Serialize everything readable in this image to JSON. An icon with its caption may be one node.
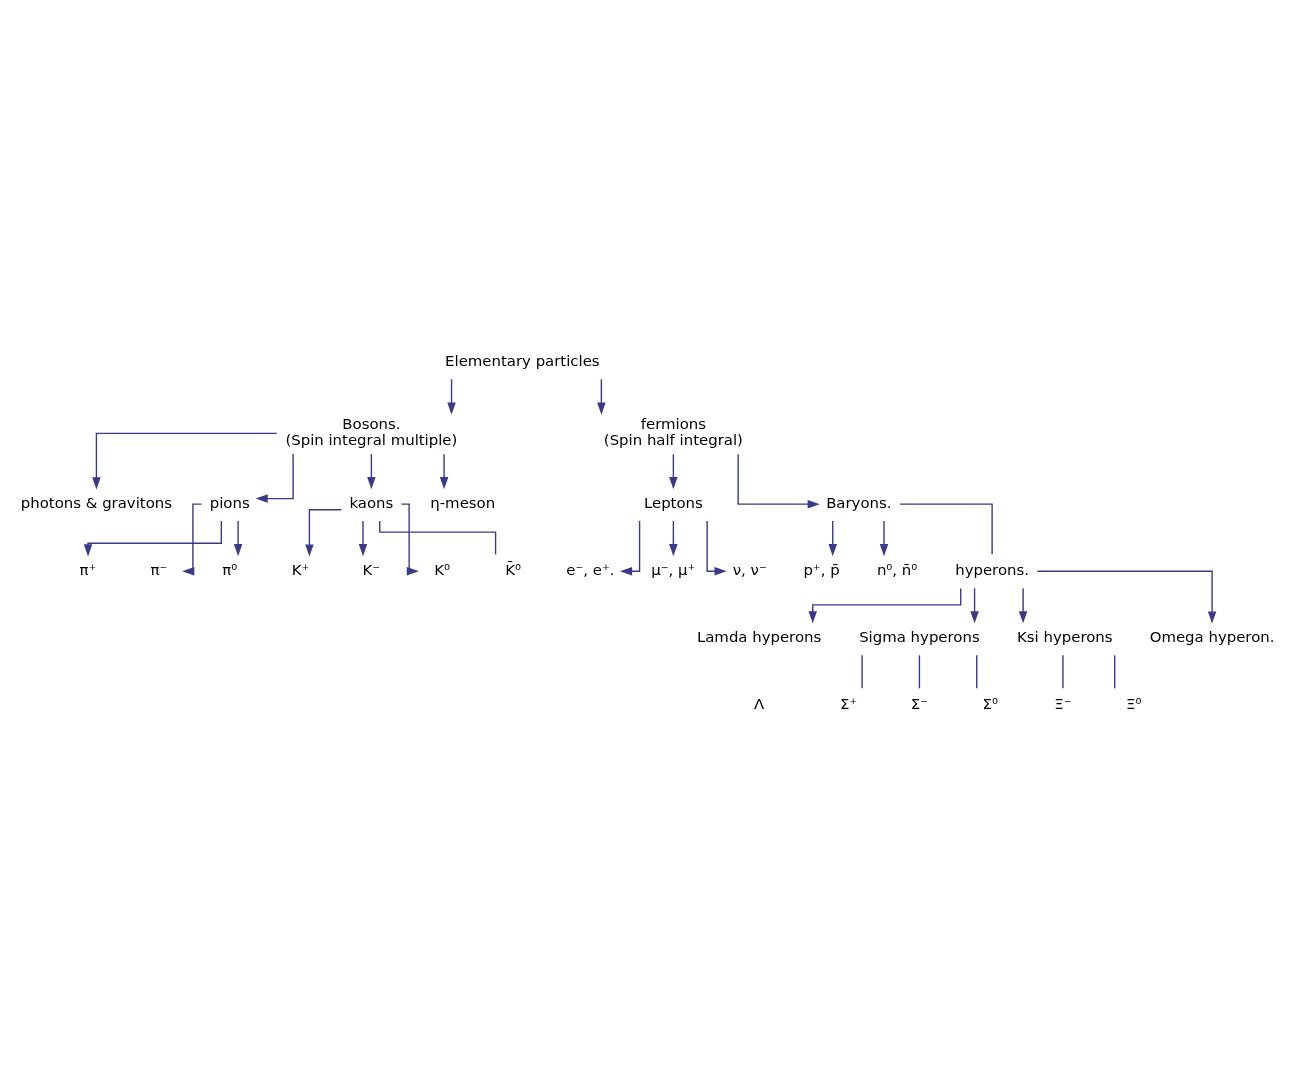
{
  "diagram": {
    "nodes": [
      {
        "text": [
          "Elementary particles"
        ]
      },
      {
        "text": [
          "Bosons.",
          "(Spin integral multiple)"
        ]
      },
      {
        "text": [
          "fermions",
          "(Spin half integral)"
        ]
      },
      {
        "text": [
          "photons & gravitons"
        ]
      },
      {
        "text": [
          "pions"
        ]
      },
      {
        "text": [
          "kaons"
        ]
      },
      {
        "text": [
          "η-meson"
        ]
      },
      {
        "text": [
          "Leptons"
        ]
      },
      {
        "text": [
          "Baryons."
        ]
      },
      {
        "text": [
          "e⁻, e⁺."
        ]
      },
      {
        "text": [
          "μ⁻, μ⁺"
        ]
      },
      {
        "text": [
          "ν, ν⁻"
        ]
      },
      {
        "text": [
          "π⁺"
        ]
      },
      {
        "text": [
          "π⁻"
        ]
      },
      {
        "text": [
          "π⁰"
        ]
      },
      {
        "text": [
          "K⁺"
        ]
      },
      {
        "text": [
          "K⁻"
        ]
      },
      {
        "text": [
          "K⁰"
        ]
      },
      {
        "text": [
          "K̄⁰"
        ]
      },
      {
        "text": [
          "p⁺, p̄"
        ]
      },
      {
        "text": [
          "n⁰, n̄⁰"
        ]
      },
      {
        "text": [
          "hyperons."
        ]
      },
      {
        "text": [
          "Lamda hyperons"
        ],
        "beside": [
          "Λ"
        ]
      },
      {
        "text": [
          "Sigma hyperons"
        ]
      },
      {
        "text": [
          "Ksi hyperons"
        ]
      },
      {
        "text": [
          "Omega hyperon."
        ]
      },
      {
        "text": [
          "Σ⁺"
        ]
      },
      {
        "text": [
          "Σ⁻"
        ]
      },
      {
        "text": [
          "Σ⁰"
        ]
      },
      {
        "text": [
          "Ξ⁻"
        ]
      },
      {
        "text": [
          "Ξ⁰"
        ]
      }
    ],
    "edges": [
      {
        "from": 0,
        "to": 1,
        "arrow": "to"
      },
      {
        "from": 0,
        "to": 2,
        "arrow": "to"
      },
      {
        "from": 1,
        "to": 3,
        "arrow": "to"
      },
      {
        "from": 1,
        "to": 4,
        "arrow": "to"
      },
      {
        "from": 1,
        "to": 5,
        "arrow": "to"
      },
      {
        "from": 1,
        "to": 6,
        "arrow": "to"
      },
      {
        "from": 2,
        "to": 7,
        "arrow": "to"
      },
      {
        "from": 2,
        "to": 8,
        "arrow": "to"
      },
      {
        "from": 7,
        "to": 9,
        "arrow": "to"
      },
      {
        "from": 7,
        "to": 10,
        "arrow": "to"
      },
      {
        "from": 7,
        "to": 11,
        "arrow": "to"
      },
      {
        "from": 4,
        "to": 12,
        "arrow": "to"
      },
      {
        "from": 4,
        "to": 13,
        "arrow": "to"
      },
      {
        "from": 4,
        "to": 14,
        "arrow": "to"
      },
      {
        "from": 5,
        "to": 15,
        "arrow": "to"
      },
      {
        "from": 5,
        "to": 16,
        "arrow": "to"
      },
      {
        "from": 5,
        "to": 17,
        "arrow": "to"
      },
      {
        "from": 5,
        "to": 18,
        "arrow": "none"
      },
      {
        "from": 8,
        "to": 19,
        "arrow": "to"
      },
      {
        "from": 8,
        "to": 20,
        "arrow": "to"
      },
      {
        "from": 8,
        "to": 21,
        "arrow": "none"
      },
      {
        "from": 21,
        "to": 22,
        "arrow": "to"
      },
      {
        "from": 21,
        "to": 23,
        "arrow": "to"
      },
      {
        "from": 21,
        "to": 24,
        "arrow": "to"
      },
      {
        "from": 21,
        "to": 25,
        "arrow": "to"
      },
      {
        "from": 23,
        "to": 26,
        "arrow": "none"
      },
      {
        "from": 23,
        "to": 27,
        "arrow": "none"
      },
      {
        "from": 23,
        "to": 28,
        "arrow": "none"
      },
      {
        "from": 24,
        "to": 29,
        "arrow": "none"
      },
      {
        "from": 24,
        "to": 30,
        "arrow": "none"
      }
    ]
  }
}
